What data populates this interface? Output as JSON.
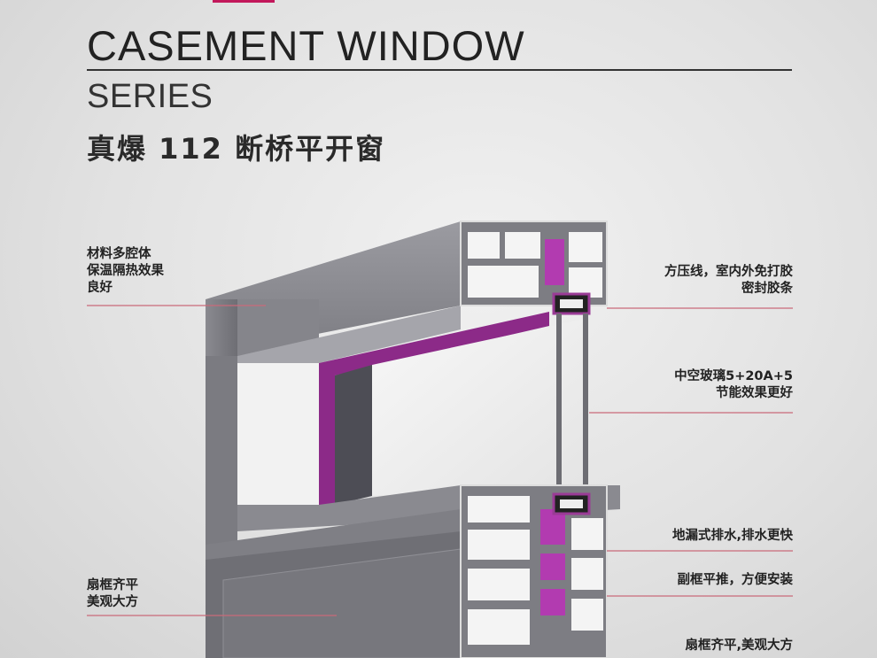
{
  "header": {
    "title": "CASEMENT WINDOW",
    "subtitle": "SERIES",
    "product_name": "真爆 112 断桥平开窗"
  },
  "features_left": [
    {
      "lines": [
        "材料多腔体",
        "保温隔热效果",
        "良好"
      ]
    },
    {
      "lines": [
        "扇框齐平",
        "美观大方"
      ]
    }
  ],
  "features_right": [
    {
      "lines": [
        "方压线，室内外免打胶",
        "密封胶条"
      ]
    },
    {
      "lines": [
        "中空玻璃5+20A+5",
        "节能效果更好"
      ]
    },
    {
      "lines": [
        "地漏式排水,排水更快"
      ]
    },
    {
      "lines": [
        "副框平推，方便安装"
      ]
    },
    {
      "lines": [
        "扇框齐平,美观大方"
      ]
    }
  ],
  "colors": {
    "accent": "#c2185b",
    "profile_gray": "#7a7a80",
    "gasket_purple": "#a0289a",
    "leader_line": "#c96a7a"
  }
}
